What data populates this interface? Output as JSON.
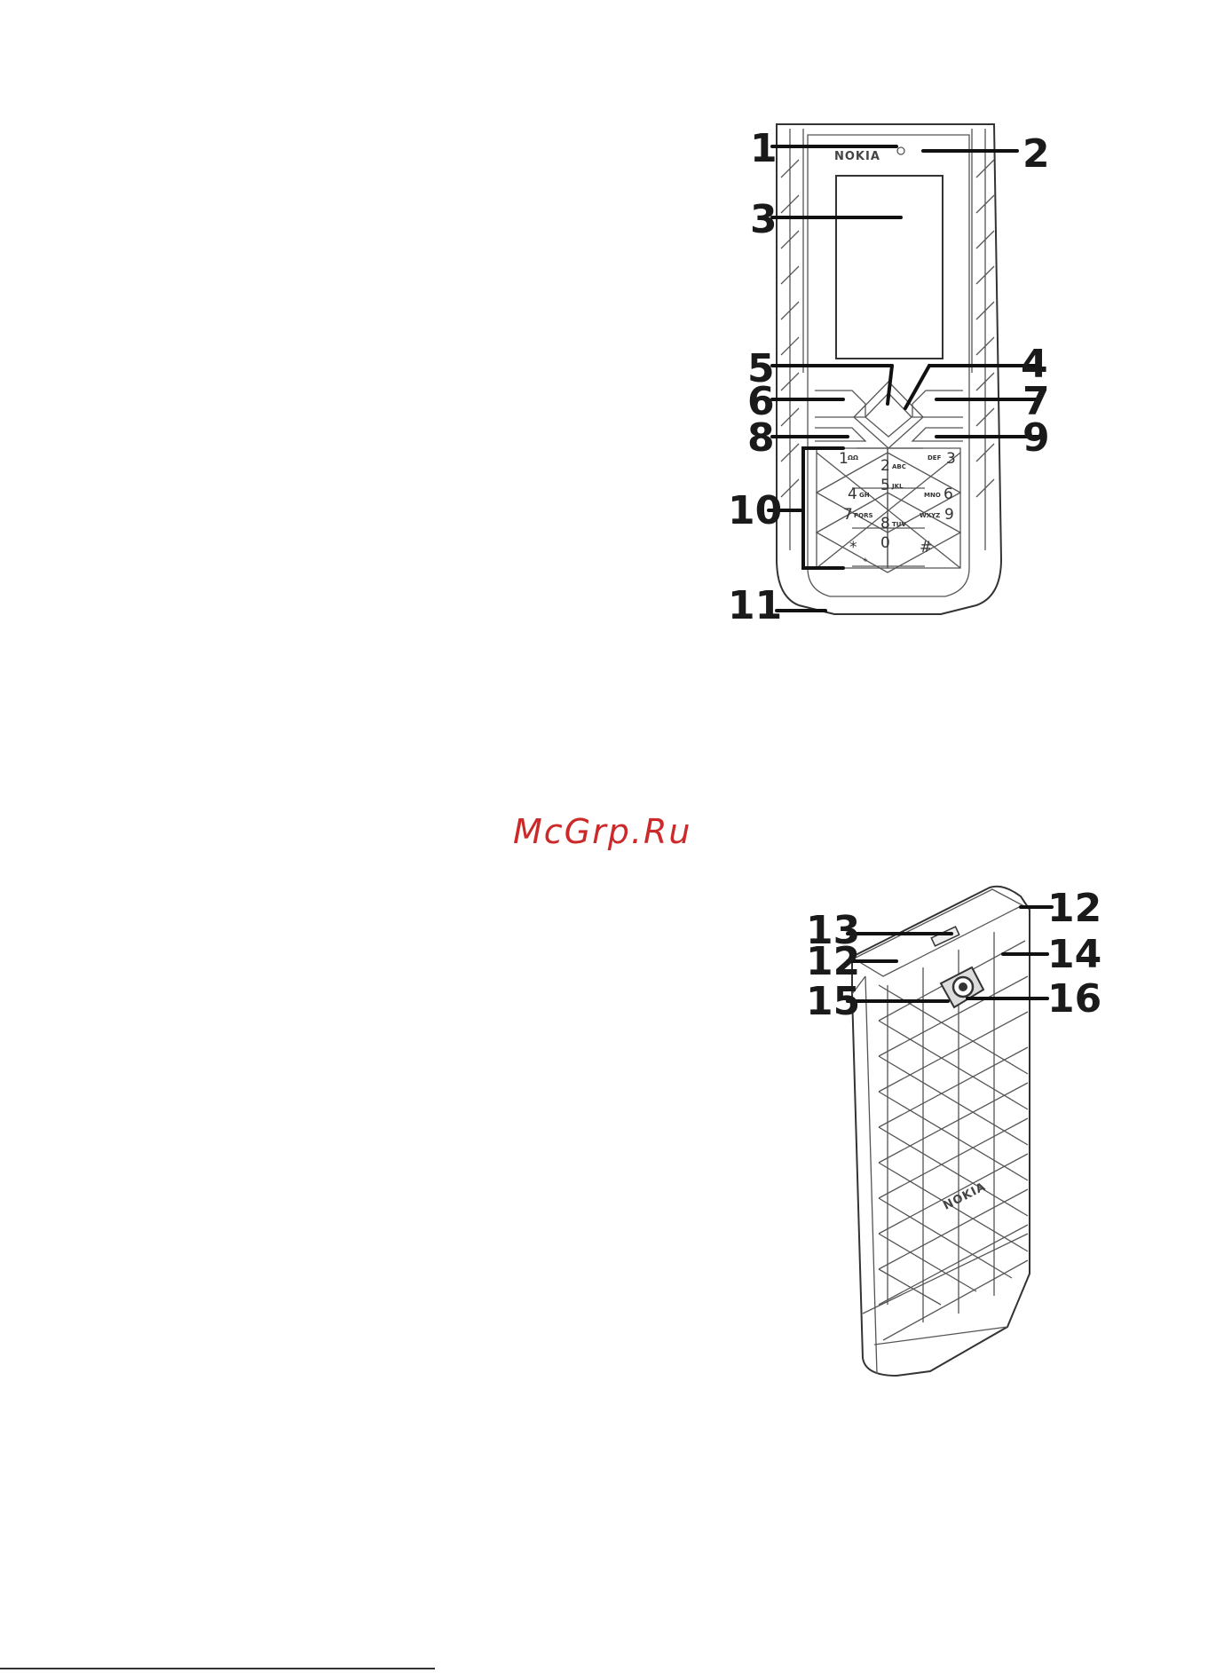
{
  "watermark": "McGrp.Ru",
  "front_view": {
    "brand": "NOKIA",
    "callouts": [
      "1",
      "2",
      "3",
      "4",
      "5",
      "6",
      "7",
      "8",
      "9",
      "10",
      "11"
    ],
    "keys": {
      "k1": "1",
      "k1_sub": "ΩΩ",
      "k2": "2",
      "k2_sub": "ABC",
      "k3": "3",
      "k3_sub": "DEF",
      "k4": "4",
      "k4_sub": "GH",
      "k5": "5",
      "k5_sub": "JKL",
      "k6": "6",
      "k6_sub": "MNO",
      "k7": "7",
      "k7_sub": "PQRS",
      "k8": "8",
      "k8_sub": "TUV",
      "k9": "9",
      "k9_sub": "WXYZ",
      "k0": "0",
      "star": "*",
      "star_sub": "+",
      "hash": "#"
    }
  },
  "back_view": {
    "brand": "NOKIA",
    "callouts": [
      "12",
      "13",
      "12",
      "14",
      "15",
      "16"
    ]
  }
}
